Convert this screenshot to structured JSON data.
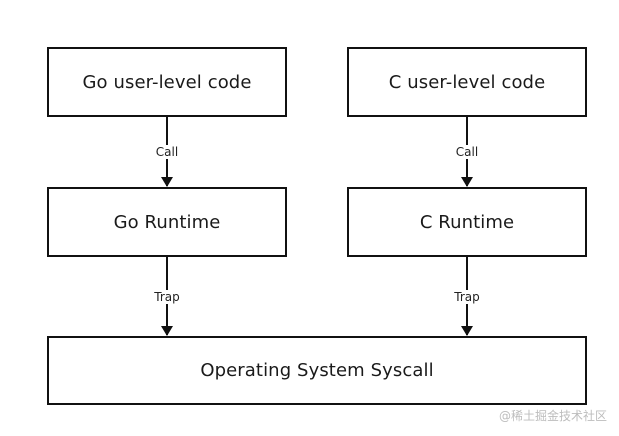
{
  "diagram": {
    "boxes": {
      "go_user_code": "Go user-level code",
      "c_user_code": "C user-level code",
      "go_runtime": "Go Runtime",
      "c_runtime": "C Runtime",
      "os_syscall": "Operating System Syscall"
    },
    "edges": {
      "go_call": "Call",
      "c_call": "Call",
      "go_trap": "Trap",
      "c_trap": "Trap"
    }
  },
  "watermark": "@稀土掘金技术社区",
  "colors": {
    "stroke": "#111111",
    "background": "#ffffff",
    "watermark": "#bdbdbd"
  }
}
